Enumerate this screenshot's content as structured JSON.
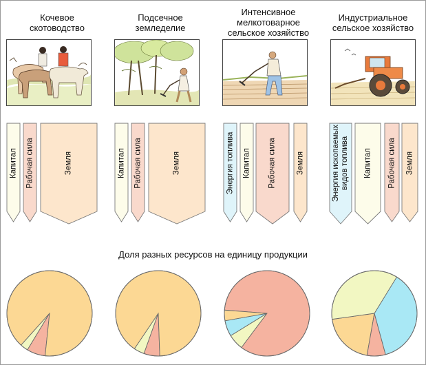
{
  "columns": [
    {
      "title_lines": [
        "Кочевое",
        "скотоводство"
      ],
      "illustration": "nomads-cattle",
      "resources": [
        {
          "label": "Капитал",
          "color": "#fdfcea",
          "share": 0.03
        },
        {
          "label": "Рабочая сила",
          "color": "#f9d9cc",
          "share": 0.07
        },
        {
          "label": "Земля",
          "color": "#fde6cc",
          "share": 0.9
        }
      ]
    },
    {
      "title_lines": [
        "Подсечное",
        "земледелие"
      ],
      "illustration": "slash-burn-farmer",
      "resources": [
        {
          "label": "Капитал",
          "color": "#fdfcea",
          "share": 0.04
        },
        {
          "label": "Рабочая сила",
          "color": "#f9d9cc",
          "share": 0.06
        },
        {
          "label": "Земля",
          "color": "#fde6cc",
          "share": 0.9
        }
      ]
    },
    {
      "title_lines": [
        "Интенсивное",
        "мелкотоварное",
        "сельское хозяйство"
      ],
      "illustration": "hoe-farmer",
      "resources": [
        {
          "label": "Энергия топлива",
          "color": "#dff4fa",
          "share": 0.06
        },
        {
          "label": "Капитал",
          "color": "#fdfcea",
          "share": 0.06
        },
        {
          "label": "Рабочая сила",
          "color": "#f9d9cc",
          "share": 0.84
        },
        {
          "label": "Земля",
          "color": "#fde6cc",
          "share": 0.04
        }
      ]
    },
    {
      "title_lines": [
        "Индустриальное",
        "сельское хозяйство"
      ],
      "illustration": "tractor",
      "resources": [
        {
          "label": "Энергия ископаемых видов топлива",
          "color": "#dff4fa",
          "share": 0.37
        },
        {
          "label": "Капитал",
          "color": "#fdfcea",
          "share": 0.36
        },
        {
          "label": "Рабочая сила",
          "color": "#f9d9cc",
          "share": 0.07
        },
        {
          "label": "Земля",
          "color": "#fde6cc",
          "share": 0.2
        }
      ]
    }
  ],
  "pie_colors": {
    "fuel": "#a9e8f5",
    "capital": "#f2f7c2",
    "labor": "#f5b3a0",
    "land": "#fcd894"
  },
  "pies_caption": "Доля разных ресурсов на единицу продукции"
}
